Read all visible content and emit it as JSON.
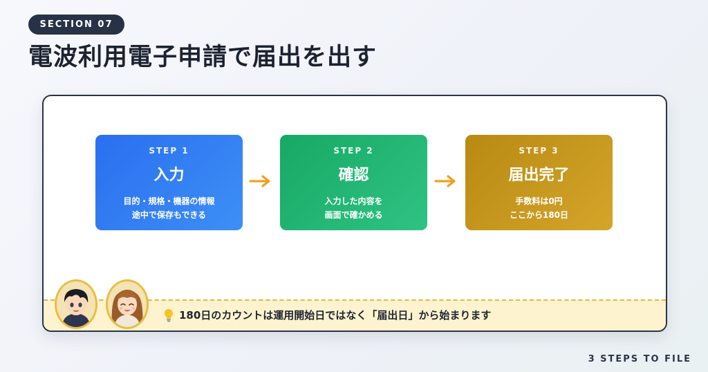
{
  "section": {
    "label": "SECTION 07"
  },
  "page": {
    "title": "電波利用電子申請で届出を出す"
  },
  "steps": [
    {
      "label": "STEP 1",
      "name": "入力",
      "desc_line1": "目的・規格・機器の情報",
      "desc_line2": "途中で保存もできる",
      "color": "#2a6ff0"
    },
    {
      "label": "STEP 2",
      "name": "確認",
      "desc_line1": "入力した内容を",
      "desc_line2": "画面で確かめる",
      "color": "#17a864"
    },
    {
      "label": "STEP 3",
      "name": "届出完了",
      "desc_line1": "手数料は0円",
      "desc_line2": "ここから180日",
      "color": "#c0921a"
    }
  ],
  "arrow_icon": "arrow-right-icon",
  "note": {
    "icon": "lightbulb-icon",
    "text": "180日のカウントは運用開始日ではなく「届出日」から始まります"
  },
  "avatars": [
    {
      "icon": "boy-avatar"
    },
    {
      "icon": "girl-avatar"
    }
  ],
  "footer": {
    "label": "3 STEPS TO FILE"
  }
}
